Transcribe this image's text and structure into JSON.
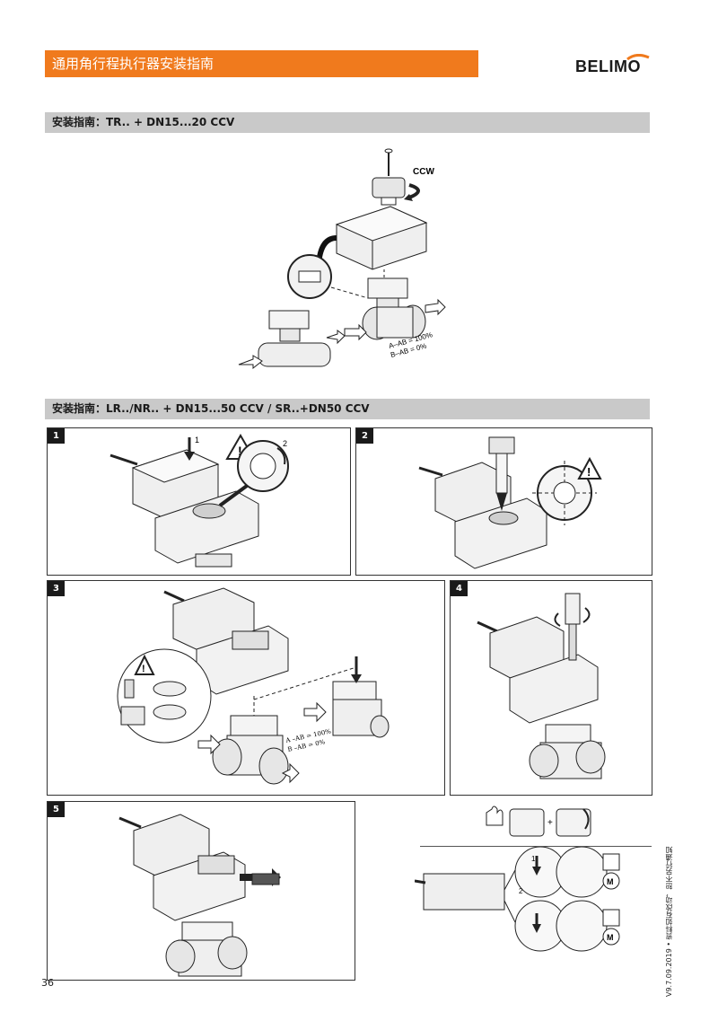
{
  "header": {
    "title": "通用角行程执行器安装指南",
    "brand": "BELIMO",
    "accent_color": "#f07a1d"
  },
  "section1": {
    "title": "安装指南：TR.. + DN15...20 CCV",
    "labels": {
      "rotation": "CCW",
      "port_a": "A",
      "port_ab": "AB",
      "flow_a": "A–AB = 100%",
      "flow_b": "B–AB = 0%"
    }
  },
  "section2": {
    "title": "安装指南：LR../NR.. + DN15...50 CCV / SR..+DN50 CCV",
    "panels": [
      {
        "number": "1",
        "step_labels": [
          "1",
          "2"
        ]
      },
      {
        "number": "2"
      },
      {
        "number": "3",
        "flow_a": "A  –AB = 100%",
        "flow_b": "B  –AB = 0%"
      },
      {
        "number": "4"
      },
      {
        "number": "5"
      }
    ],
    "manual_labels": [
      "1",
      "2"
    ],
    "mode_icon_text": "M"
  },
  "footer": {
    "page_number": "36",
    "note": "V9.7.09.2019 • 资料如有改动，恕不另行通知"
  }
}
